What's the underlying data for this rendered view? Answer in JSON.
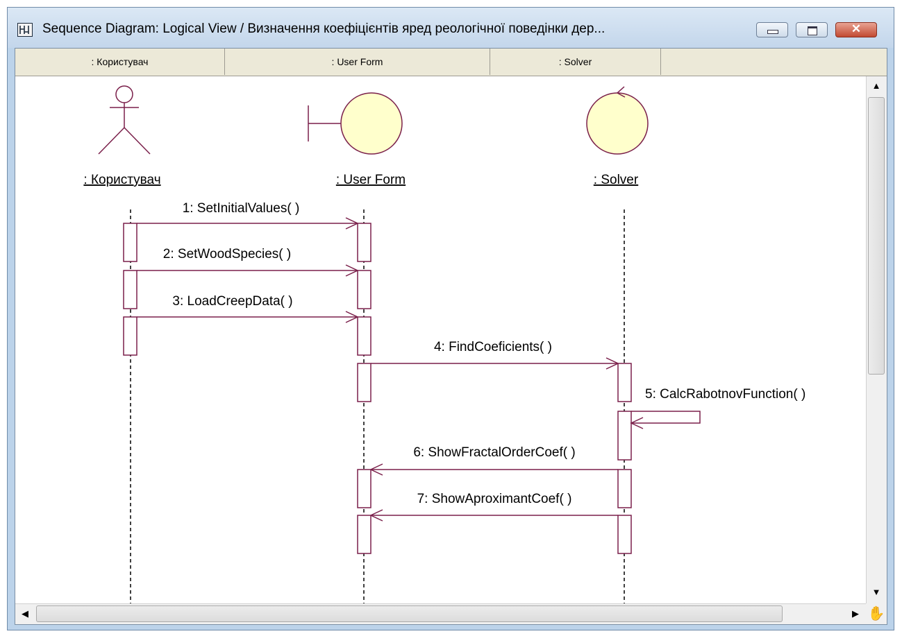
{
  "window": {
    "title": "Sequence Diagram: Logical View / Визначення коефіцієнтів  яред реологічної поведінки дер..."
  },
  "header": {
    "columns": [
      ": Користувач",
      ": User Form",
      ": Solver"
    ]
  },
  "objects": [
    {
      "label": ": Користувач",
      "kind": "actor"
    },
    {
      "label": ": User Form",
      "kind": "boundary"
    },
    {
      "label": ": Solver",
      "kind": "control"
    }
  ],
  "messages": [
    {
      "label": "1: SetInitialValues( )",
      "from": 0,
      "to": 1
    },
    {
      "label": "2: SetWoodSpecies( )",
      "from": 0,
      "to": 1
    },
    {
      "label": "3: LoadCreepData( )",
      "from": 0,
      "to": 1
    },
    {
      "label": "4: FindCoeficients( )",
      "from": 1,
      "to": 2
    },
    {
      "label": "5: CalcRabotnovFunction( )",
      "from": 2,
      "to": 2
    },
    {
      "label": "6: ShowFractalOrderCoef( )",
      "from": 2,
      "to": 1
    },
    {
      "label": "7: ShowAproximantCoef( )",
      "from": 2,
      "to": 1
    }
  ],
  "colors": {
    "line": "#7a1f4a",
    "object_fill": "#ffffcc",
    "label_text": "#000000"
  },
  "icons": {
    "app": "sequence-diagram-icon",
    "minimize": "minimize-icon",
    "maximize": "maximize-icon",
    "close": "close-icon",
    "scroll_up": "arrow-up-icon",
    "scroll_down": "arrow-down-icon",
    "scroll_left": "arrow-left-icon",
    "scroll_right": "arrow-right-icon",
    "pan": "hand-icon"
  }
}
